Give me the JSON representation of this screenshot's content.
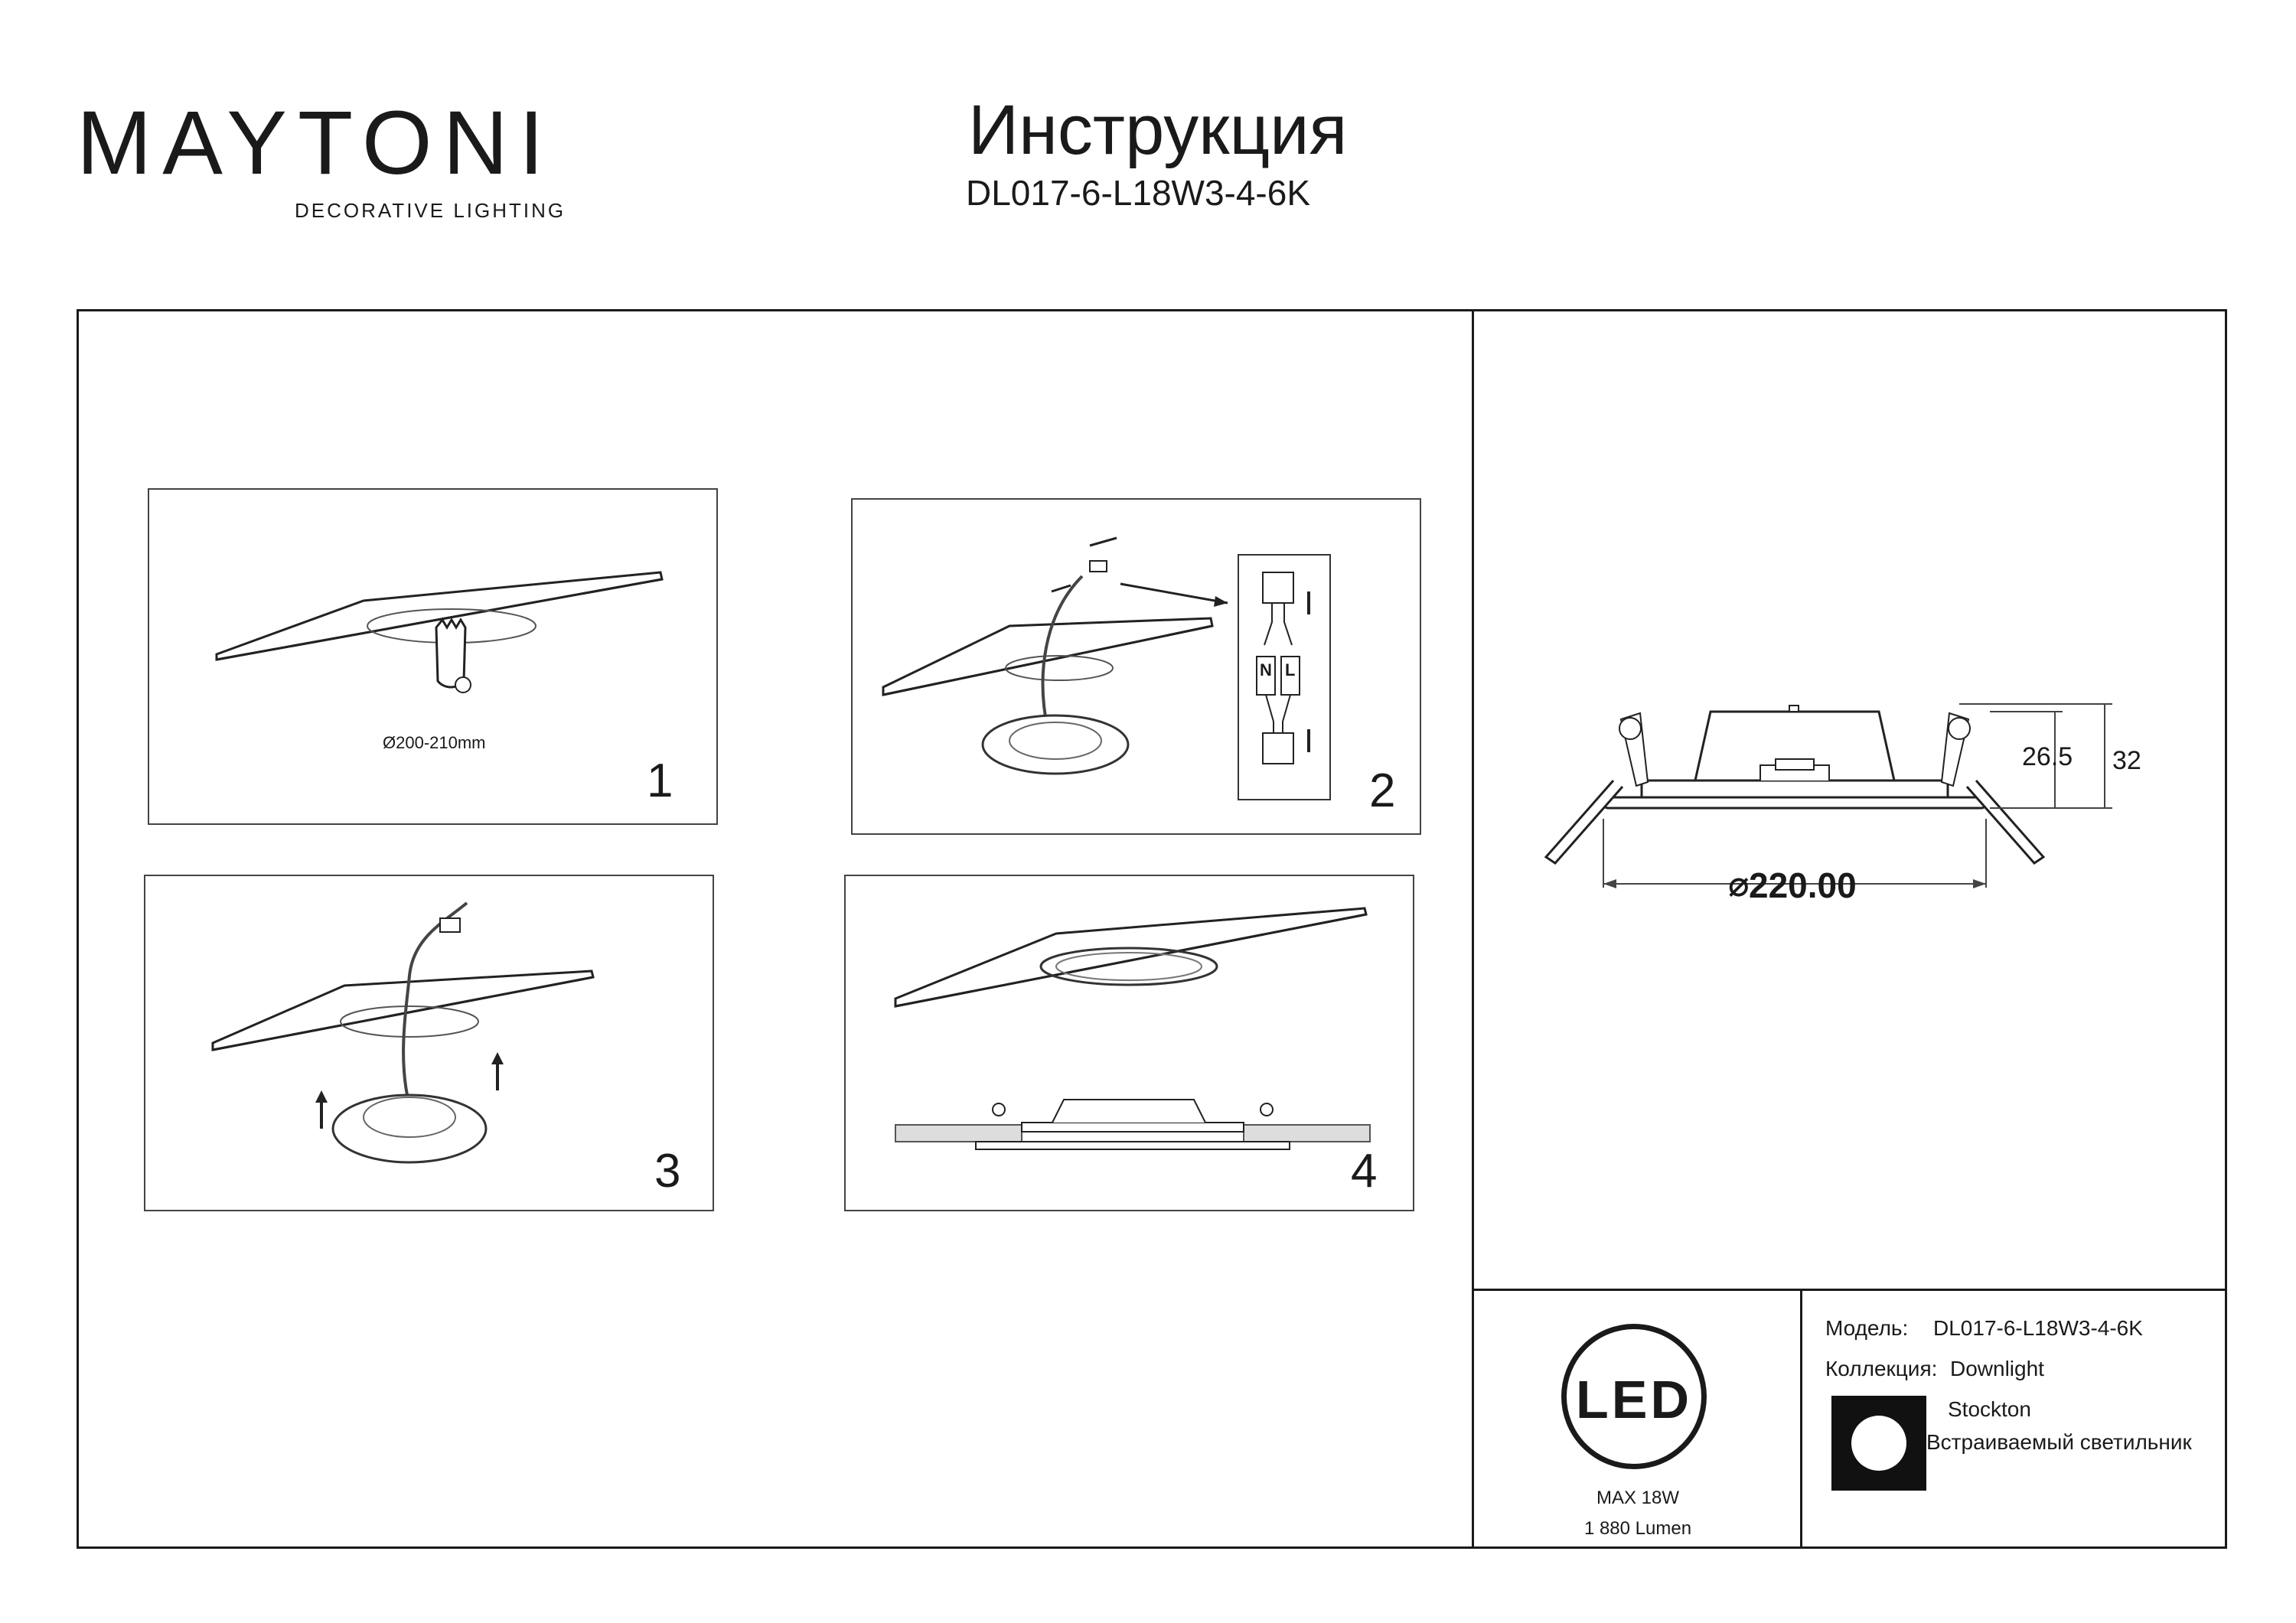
{
  "brand": {
    "name": "MAYTONI",
    "tagline": "DECORATIVE LIGHTING",
    "accent_color": "#5b1a57"
  },
  "header": {
    "title": "Инструкция",
    "model": "DL017-6-L18W3-4-6K"
  },
  "steps": [
    {
      "number": "1",
      "label": "Ø200-210mm"
    },
    {
      "number": "2",
      "wiring_labels": [
        "N",
        "L"
      ]
    },
    {
      "number": "3"
    },
    {
      "number": "4"
    }
  ],
  "dimensions": {
    "height_inner": "26.5",
    "height_total": "32",
    "diameter": "220.00"
  },
  "led": {
    "badge": "LED",
    "power": "MAX 18W",
    "lumen": "1 880 Lumen"
  },
  "specs": {
    "model_label": "Модель:",
    "model_value": "DL017-6-L18W3-4-6K",
    "collection_label": "Коллекция:",
    "collection_value": "Downlight",
    "series": "Stockton",
    "type": "Встраиваемый светильник",
    "type_icon": "round-recessed-icon"
  }
}
